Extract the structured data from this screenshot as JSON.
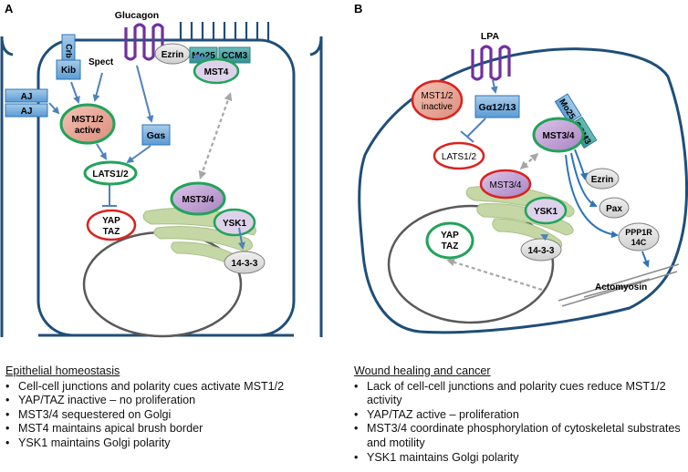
{
  "panels": {
    "a": {
      "letter": "A",
      "labels": {
        "glucagon": "Glucagon",
        "crb": "Crb",
        "kib": "Kib",
        "spect": "Spect",
        "aj_top": "AJ",
        "aj_bottom": "AJ",
        "ezrin": "Ezrin",
        "mo25": "Mo25",
        "ccm3": "CCM3",
        "mst4": "MST4",
        "mst12_line1": "MST1/2",
        "mst12_line2": "active",
        "galpha_s": "Gαs",
        "lats12": "LATS1/2",
        "yap": "YAP",
        "taz": "TAZ",
        "mst34": "MST3/4",
        "ysk1": "YSK1",
        "p1433": "14-3-3"
      },
      "caption": {
        "heading": "Epithelial homeostasis",
        "bullets": [
          "Cell-cell junctions and polarity cues activate MST1/2",
          "YAP/TAZ inactive – no proliferation",
          "MST3/4 sequestered on Golgi",
          "MST4 maintains apical brush border",
          "YSK1 maintains Golgi polarity"
        ]
      }
    },
    "b": {
      "letter": "B",
      "labels": {
        "lpa": "LPA",
        "mst12_line1": "MST1/2",
        "mst12_line2": "inactive",
        "galpha1213": "Gα12/13",
        "lats12": "LATS1/2",
        "mo25": "Mo25",
        "ccm3": "CCM3",
        "mst34_top": "MST3/4",
        "mst34_golgi": "MST3/4",
        "ezrin": "Ezrin",
        "pax": "Pax",
        "ppp1r_line1": "PPP1R",
        "ppp1r_line2": "14C",
        "ysk1": "YSK1",
        "p1433": "14-3-3",
        "yap": "YAP",
        "taz": "TAZ",
        "actomyosin": "Actomyosin"
      },
      "caption": {
        "heading": "Wound healing and cancer",
        "bullets": [
          "Lack of cell-cell junctions and polarity cues reduce MST1/2 activity",
          "YAP/TAZ active – proliferation",
          "MST3/4 coordinate phosphorylation of cytoskeletal substrates and motility",
          "YSK1 maintains Golgi polarity"
        ]
      }
    }
  },
  "colors": {
    "membrane": "#1f4e79",
    "arrow": "#4f81bd",
    "dashed_arrow": "#a6a6a6",
    "receptor": "#7030a0",
    "blue_box": "#6fa8dc",
    "teal_box": "#4aa3a2",
    "ring_green": "#21a35a",
    "ring_red": "#d9231f",
    "golgi": "#c4d7a4",
    "lavender": "#ddd2ea"
  }
}
